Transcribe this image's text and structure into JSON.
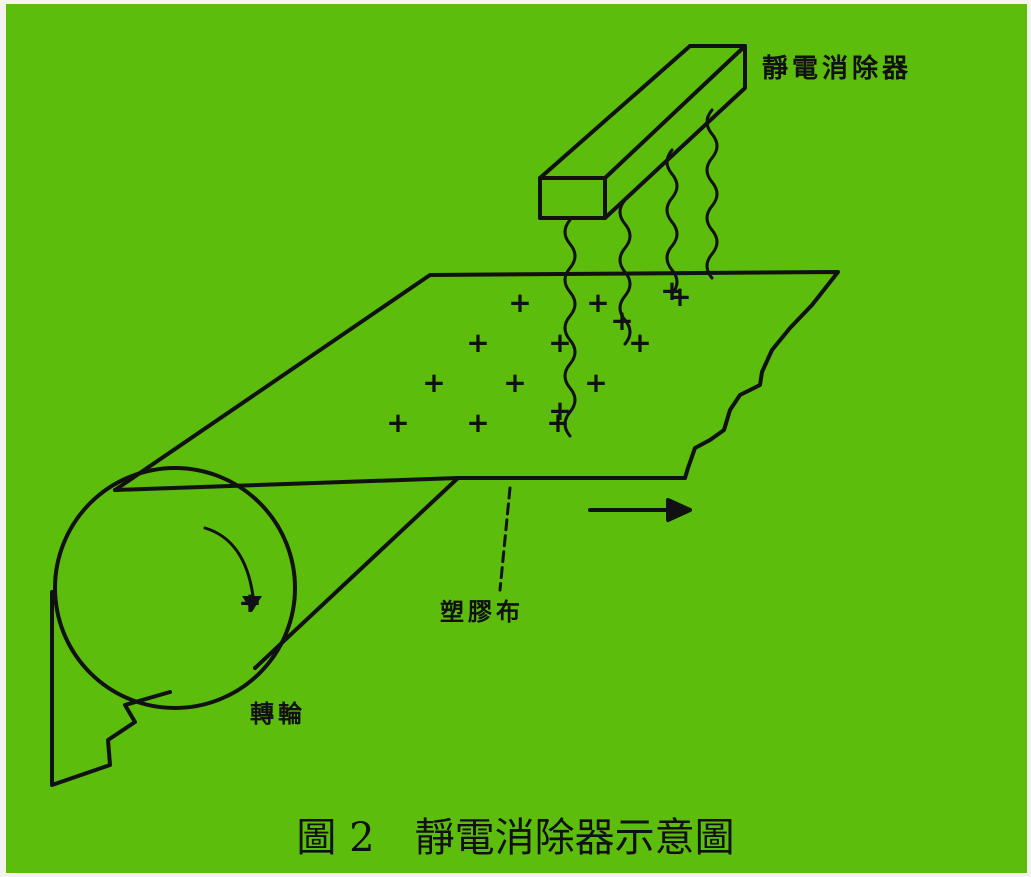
{
  "labels": {
    "eliminator": "靜電消除器",
    "film": "塑膠布",
    "roller": "轉輪"
  },
  "caption": {
    "figure": "圖 2",
    "title": "靜電消除器示意圖"
  },
  "charges": {
    "symbol": "+",
    "count": 16
  },
  "colors": {
    "background": "#5cbd0c",
    "ink": "#111111"
  }
}
